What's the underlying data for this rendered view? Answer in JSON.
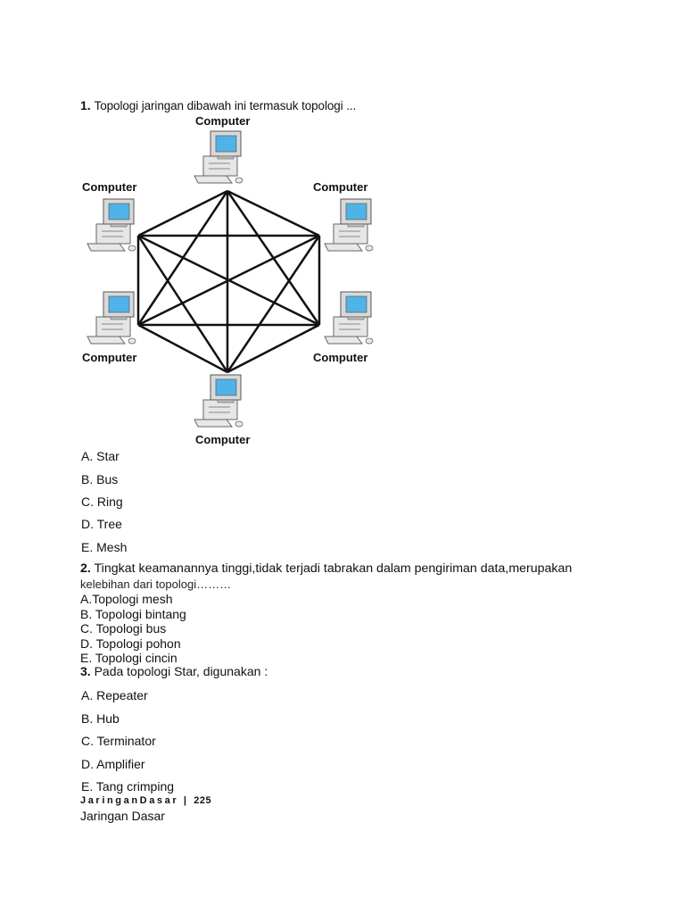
{
  "q1": {
    "number": "1.",
    "text": "Topologi jaringan dibawah ini termasuk topologi ...",
    "node_label": "Computer",
    "options": [
      "A. Star",
      "B. Bus",
      "C. Ring",
      "D. Tree",
      "E. Mesh"
    ]
  },
  "q2": {
    "number": "2.",
    "text": "Tingkat keamanannya tinggi,tidak terjadi tabrakan dalam pengiriman data,merupakan",
    "text_cont": "kelebihan dari topologi………",
    "options": [
      "A.Topologi mesh",
      "B. Topologi bintang",
      "C. Topologi bus",
      "D. Topologi pohon",
      "E. Topologi cincin"
    ]
  },
  "q3": {
    "number": "3.",
    "text": "Pada topologi Star, digunakan :",
    "options": [
      "A. Repeater",
      "B. Hub",
      "C. Terminator",
      "D. Amplifier",
      "E. Tang crimping"
    ]
  },
  "footer": {
    "header_text": "JaringanDasar |",
    "page_number": "225",
    "subtitle": "Jaringan Dasar"
  },
  "colors": {
    "screen": "#4fb3e8",
    "monitor": "#d9d9d9",
    "outline": "#555555",
    "line": "#111111"
  }
}
